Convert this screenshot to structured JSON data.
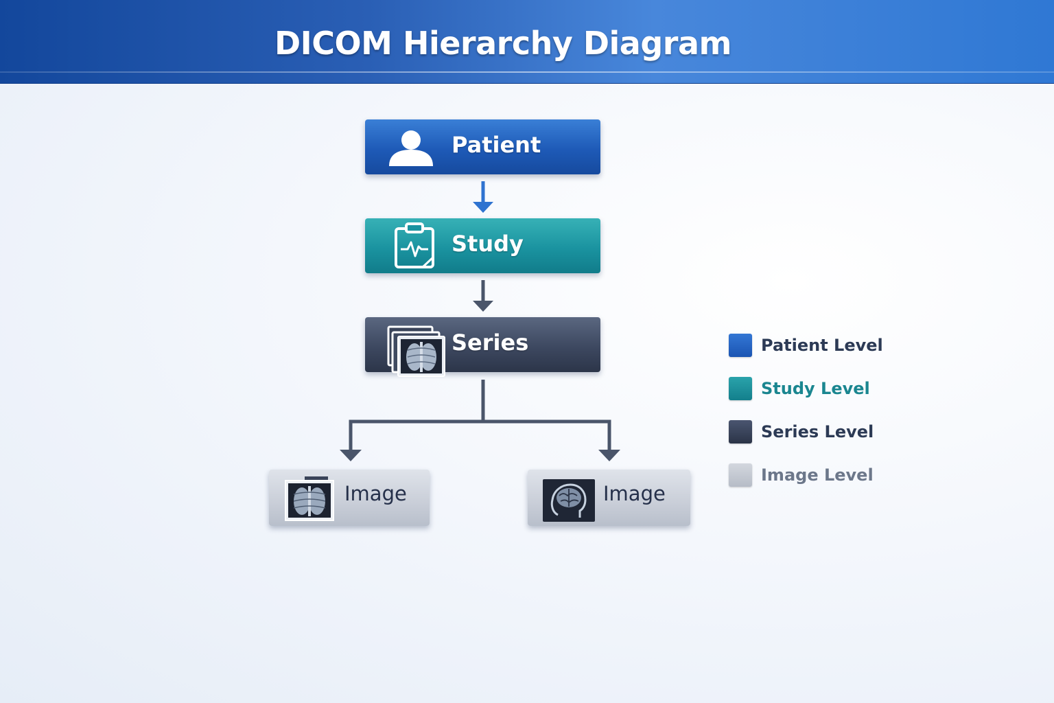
{
  "header": {
    "title": "DICOM Hierarchy Diagram"
  },
  "nodes": {
    "patient": {
      "label": "Patient",
      "icon": "user-icon"
    },
    "study": {
      "label": "Study",
      "icon": "clipboard-ecg-icon"
    },
    "series": {
      "label": "Series",
      "icon": "stacked-xray-icon"
    },
    "images": [
      {
        "label": "Image",
        "icon": "chest-xray-icon"
      },
      {
        "label": "Image",
        "icon": "brain-scan-icon"
      }
    ]
  },
  "legend": [
    {
      "label": "Patient Level",
      "color": "#1f5cbc",
      "text_color": "#2c3a55"
    },
    {
      "label": "Study Level",
      "color": "#1a8d99",
      "text_color": "#1a8690"
    },
    {
      "label": "Series Level",
      "color": "#343e55",
      "text_color": "#2c3a55"
    },
    {
      "label": "Image Level",
      "color": "#c1c6cf",
      "text_color": "#6c778a"
    }
  ],
  "colors": {
    "patient": "#1f5cbc",
    "study": "#1a8d99",
    "series": "#343e55",
    "image": "#c9ced8",
    "arrow_patient": "#2f73d0",
    "arrow_default": "#4a556a"
  }
}
